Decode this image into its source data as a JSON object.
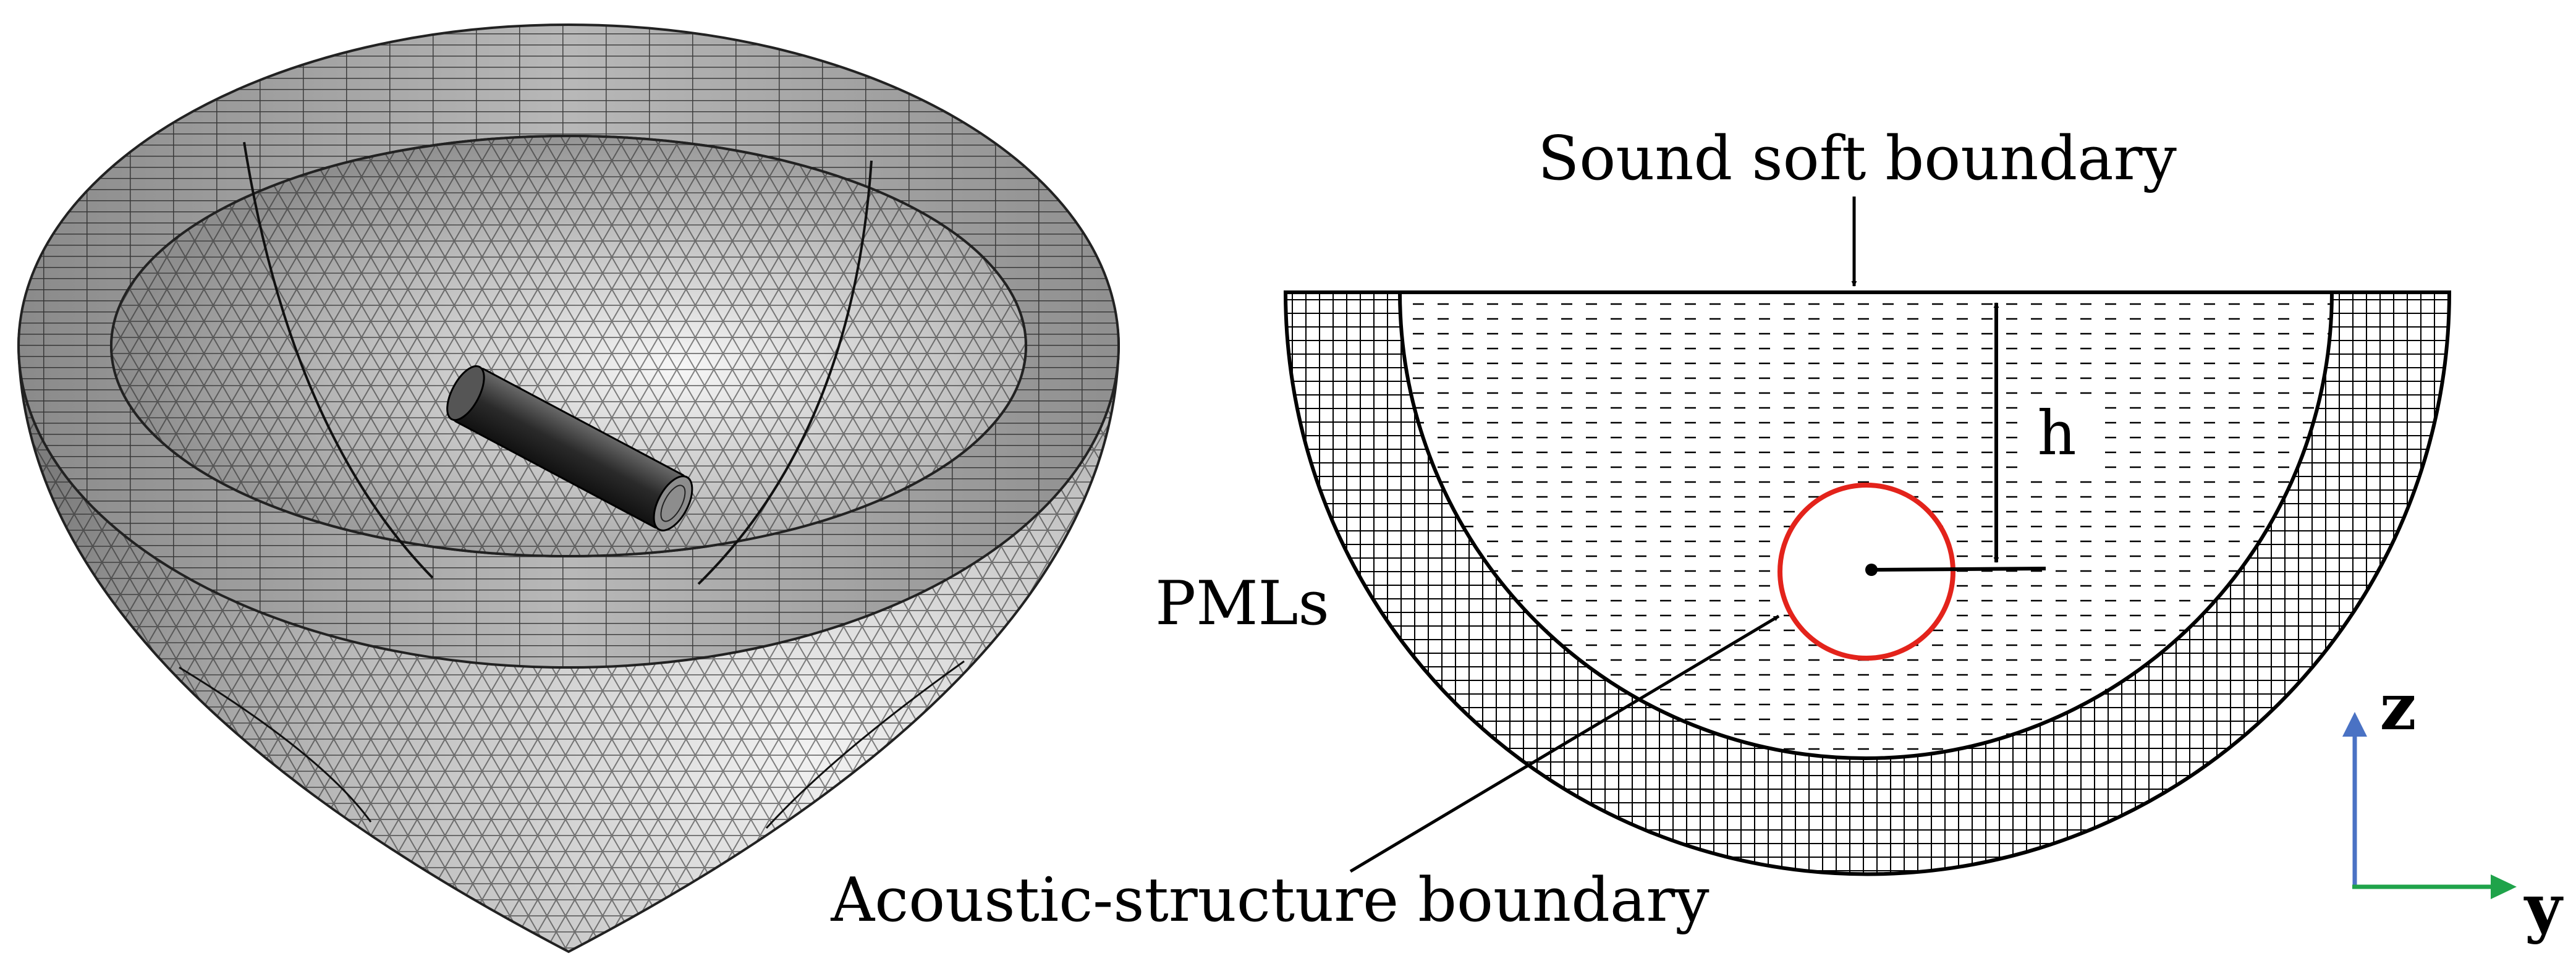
{
  "labels": {
    "sound_soft": "Sound soft boundary",
    "height": "h",
    "pmls": "PMLs",
    "acoustic_structure": "Acoustic-structure boundary",
    "axis_z": "z",
    "axis_y": "y"
  },
  "colors": {
    "outline": "#000000",
    "structure_circle": "#e3231b",
    "axis_z": "#4a72c4",
    "axis_y": "#1fa34a",
    "mesh_light": "#e6e6e6",
    "mesh_mid": "#b4b4b4",
    "mesh_dark": "#808080"
  },
  "icons": {
    "mesh_bowl": "hemispherical-fe-mesh-with-cylinder",
    "cross_section": "hemispherical-cross-section-with-pml-layer"
  }
}
